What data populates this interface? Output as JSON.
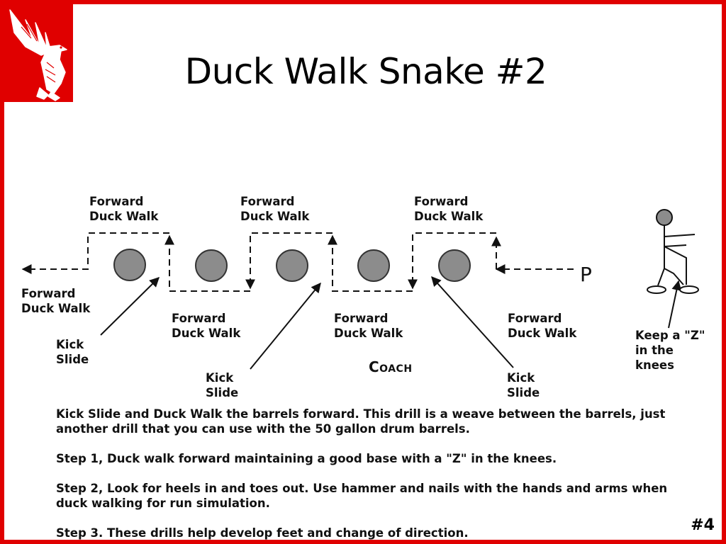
{
  "slide": {
    "title": "Duck Walk Snake #2",
    "number": "#4",
    "logo_icon": "eagle-logo",
    "colors": {
      "frame": "#e00000",
      "barrel": "#8c8c8c"
    }
  },
  "diagram": {
    "labels": {
      "forward_top_1": "Forward\nDuck Walk",
      "forward_top_2": "Forward\nDuck Walk",
      "forward_top_3": "Forward\nDuck Walk",
      "forward_left": "Forward\nDuck Walk",
      "forward_bottom_1": "Forward\nDuck Walk",
      "forward_bottom_2": "Forward\nDuck Walk",
      "forward_bottom_3": "Forward\nDuck Walk",
      "kick_slide_1": "Kick\nSlide",
      "kick_slide_2": "Kick\nSlide",
      "kick_slide_3": "Kick\nSlide",
      "keep_z": "Keep a \"Z\"\nin the\nknees",
      "coach": "Coach",
      "player": "P"
    }
  },
  "description": {
    "para1": "Kick Slide and Duck Walk the barrels forward.  This drill is a weave between the barrels, just another drill that you can use with the 50 gallon drum barrels.",
    "para2": "Step 1, Duck walk forward maintaining a good base with a \"Z\" in the knees.",
    "para3": "Step 2, Look for heels in and toes out.  Use hammer and nails with the hands and arms when duck walking for run simulation.",
    "para4": "Step 3.  These drills help develop feet and change of direction."
  }
}
